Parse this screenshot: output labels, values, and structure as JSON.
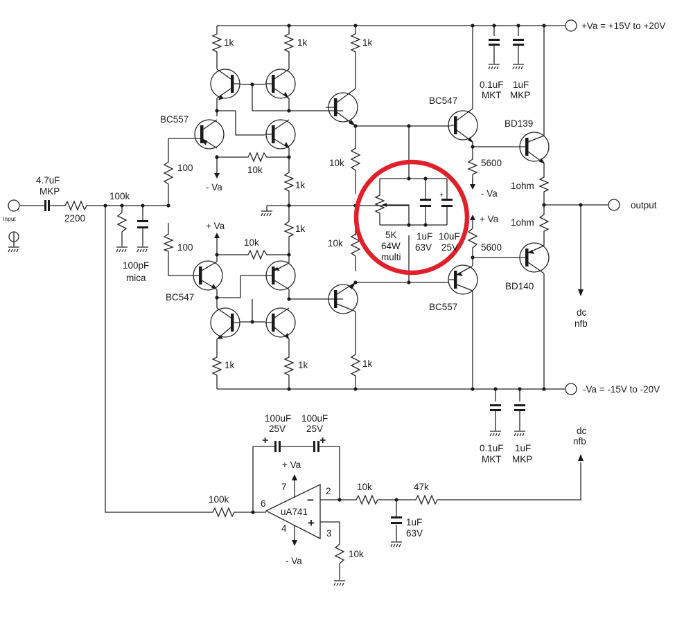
{
  "colors": {
    "wire": "#222222",
    "highlight": "#e0202a",
    "background": "#ffffff"
  },
  "terminals": {
    "input": "Input",
    "output": "output",
    "vplus": "+Va = +15V to +20V",
    "vminus": "-Va = -15V to -20V",
    "dcnfb_out_a": "dc",
    "dcnfb_out_b": "nfb",
    "dcnfb_in_a": "dc",
    "dcnfb_in_b": "nfb",
    "neg_va_1": "- Va",
    "pos_va_1": "+ Va",
    "neg_va_2": "- Va",
    "pos_va_2": "+ Va",
    "op_pos": "+ Va",
    "op_neg": "- Va"
  },
  "input_stage": {
    "cap_value": "4.7uF",
    "cap_type": "MKP",
    "series_r": "2200",
    "shunt_r": "100k",
    "shunt_c_value": "100pF",
    "shunt_c_type": "mica"
  },
  "resistors": {
    "r_top1": "1k",
    "r_top2": "1k",
    "r_top3": "1k",
    "r_bot1": "1k",
    "r_bot2": "1k",
    "r_bot3": "1k",
    "r_mid1k_a": "1k",
    "r_mid1k_b": "1k",
    "r_base_top": "100",
    "r_base_bot": "100",
    "r_fb_top": "10k",
    "r_fb_bot": "10k",
    "r_col_top": "10k",
    "r_col_bot": "10k",
    "r_drv_top": "5600",
    "r_drv_bot": "5600",
    "r_emit_top": "1ohm",
    "r_emit_bot": "1ohm"
  },
  "transistors": {
    "q_in_top": "BC557",
    "q_in_bot": "BC547",
    "q_drv_top": "BC547",
    "q_drv_bot": "BC557",
    "q_out_top": "BD139",
    "q_out_bot": "BD140"
  },
  "bias_block": {
    "pot_a": "5K",
    "pot_b": "64W",
    "pot_c": "multi",
    "c1_a": "1uF",
    "c1_b": "63V",
    "c2_a": "10uF",
    "c2_b": "25V",
    "c2_plus": "+"
  },
  "decoupling": {
    "top_c1_a": "0.1uF",
    "top_c1_b": "MKT",
    "top_c2_a": "1uF",
    "top_c2_b": "MKP",
    "bot_c1_a": "0.1uF",
    "bot_c1_b": "MKT",
    "bot_c2_a": "1uF",
    "bot_c2_b": "MKP"
  },
  "servo": {
    "opamp": "uA741",
    "pin7": "7",
    "pin6": "6",
    "pin4": "4",
    "pin2": "2",
    "pin3": "3",
    "minus": "−",
    "plus": "+",
    "cap_l_a": "100uF",
    "cap_l_b": "25V",
    "cap_r_a": "100uF",
    "cap_r_b": "25V",
    "plus_l": "+",
    "plus_r": "+",
    "r_in": "100k",
    "r_a": "10k",
    "r_b": "47k",
    "c_a": "1uF",
    "c_b": "63V",
    "r_gnd": "10k"
  }
}
